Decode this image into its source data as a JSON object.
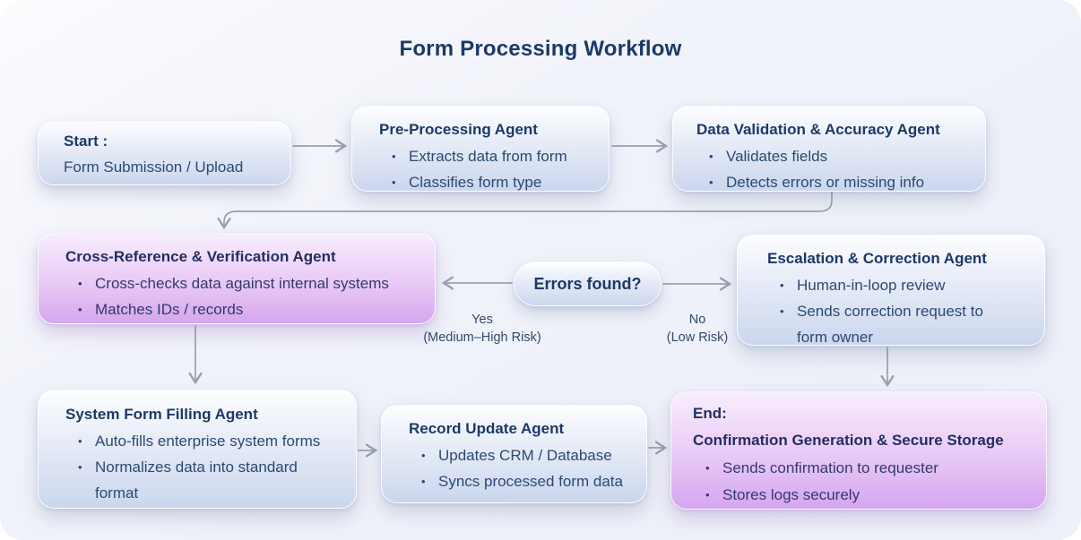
{
  "title": "Form Processing Workflow",
  "glyphs": {
    "bullet": "•"
  },
  "colors": {
    "background": "#eef1f9",
    "box_blue_top": "#fdfdff",
    "box_blue_bottom": "#cbd6ee",
    "box_purple_top": "#f8eefd",
    "box_purple_bottom": "#d5a6ef",
    "title_text": "#1c3966",
    "body_text": "#2c4973",
    "arrow": "#99a1ae"
  },
  "nodes": {
    "start": {
      "title": "Start :",
      "subtitle": "Form Submission / Upload"
    },
    "pre_processing": {
      "title": "Pre-Processing Agent",
      "bullets": [
        "Extracts data from form",
        "Classifies form type"
      ]
    },
    "data_validation": {
      "title": "Data Validation & Accuracy Agent",
      "bullets": [
        "Validates fields",
        "Detects errors or missing info"
      ]
    },
    "cross_reference": {
      "title": "Cross-Reference & Verification Agent",
      "bullets": [
        "Cross-checks data against internal systems",
        "Matches IDs / records"
      ]
    },
    "errors_decision": {
      "title": "Errors found?"
    },
    "escalation": {
      "title": "Escalation & Correction Agent",
      "bullets": [
        "Human-in-loop review",
        "Sends correction request to form owner"
      ]
    },
    "system_form_filling": {
      "title": "System Form Filling Agent",
      "bullets": [
        "Auto-fills enterprise system forms",
        "Normalizes data into standard format"
      ]
    },
    "record_update": {
      "title": "Record Update Agent",
      "bullets": [
        "Updates CRM / Database",
        "Syncs processed form data"
      ]
    },
    "end": {
      "title": "End:",
      "subtitle": "Confirmation Generation & Secure Storage",
      "bullets": [
        "Sends confirmation to requester",
        "Stores logs securely"
      ]
    }
  },
  "edge_labels": {
    "yes": {
      "line1": "Yes",
      "line2": "(Medium–High Risk)"
    },
    "no": {
      "line1": "No",
      "line2": "(Low Risk)"
    }
  }
}
